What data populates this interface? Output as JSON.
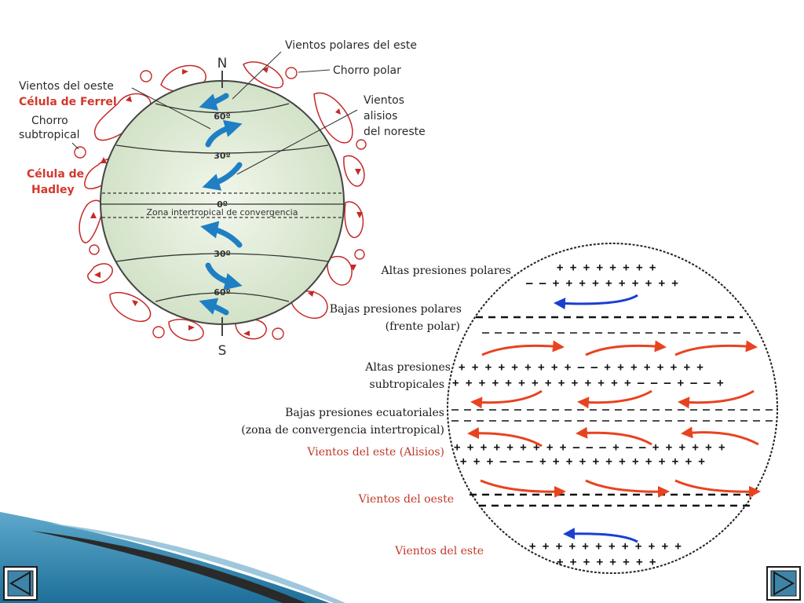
{
  "globe": {
    "north": "N",
    "south": "S",
    "lat_60_top": "60º",
    "lat_30_top": "30º",
    "lat_0": "0º",
    "itcz": "Zona intertropical de convergencia",
    "lat_30_bottom": "30º",
    "lat_60_bottom": "60º",
    "labels": {
      "polar_easterlies": "Vientos polares del este",
      "polar_jet": "Chorro polar",
      "westerlies": "Vientos del oeste",
      "ferrel_cell": "Célula de Ferrel",
      "subtropical_jet_1": "Chorro",
      "subtropical_jet_2": "subtropical",
      "hadley_cell_1": "Célula de",
      "hadley_cell_2": "Hadley",
      "ne_trades_1": "Vientos",
      "ne_trades_2": "alisios",
      "ne_trades_3": "del noreste"
    }
  },
  "schema": {
    "polar_high": "Altas presiones polares",
    "polar_low_1": "Bajas presiones polares",
    "polar_low_2": "(frente polar)",
    "subtropical_high_1": "Altas presiones",
    "subtropical_high_2": "subtropicales",
    "equatorial_low_1": "Bajas presiones ecuatoriales",
    "equatorial_low_2": "(zona de convergencia intertropical)",
    "trade_winds": "Vientos del este (Alisios)",
    "westerlies": "Vientos del oeste",
    "easterlies": "Vientos del este",
    "rows": {
      "r1": "+ + + + + + + +",
      "r2": "– – + + + + + + + + + +",
      "r3": "+ + + + + + + + + – – + + + + + + + +",
      "r4": "+ + + + + + + + + + + + + + – – – + – – +",
      "r5": "+ + + + + + + + + – – – + – – + + + + + +",
      "r6": "+ + + – – – + + + + + + + + + + + + +",
      "r7": "+ + + + + + + + + + + +",
      "r8": "+ + + + + + + +"
    }
  },
  "colors": {
    "arrow_red": "#e8431f",
    "arrow_blue": "#1a3fd1",
    "wind_blue": "#1f7fc4",
    "cell_red": "#c62828",
    "nav_fill": "#3e84a8"
  },
  "nav": {
    "prev_icon": "triangle-left-icon",
    "next_icon": "triangle-right-icon"
  }
}
